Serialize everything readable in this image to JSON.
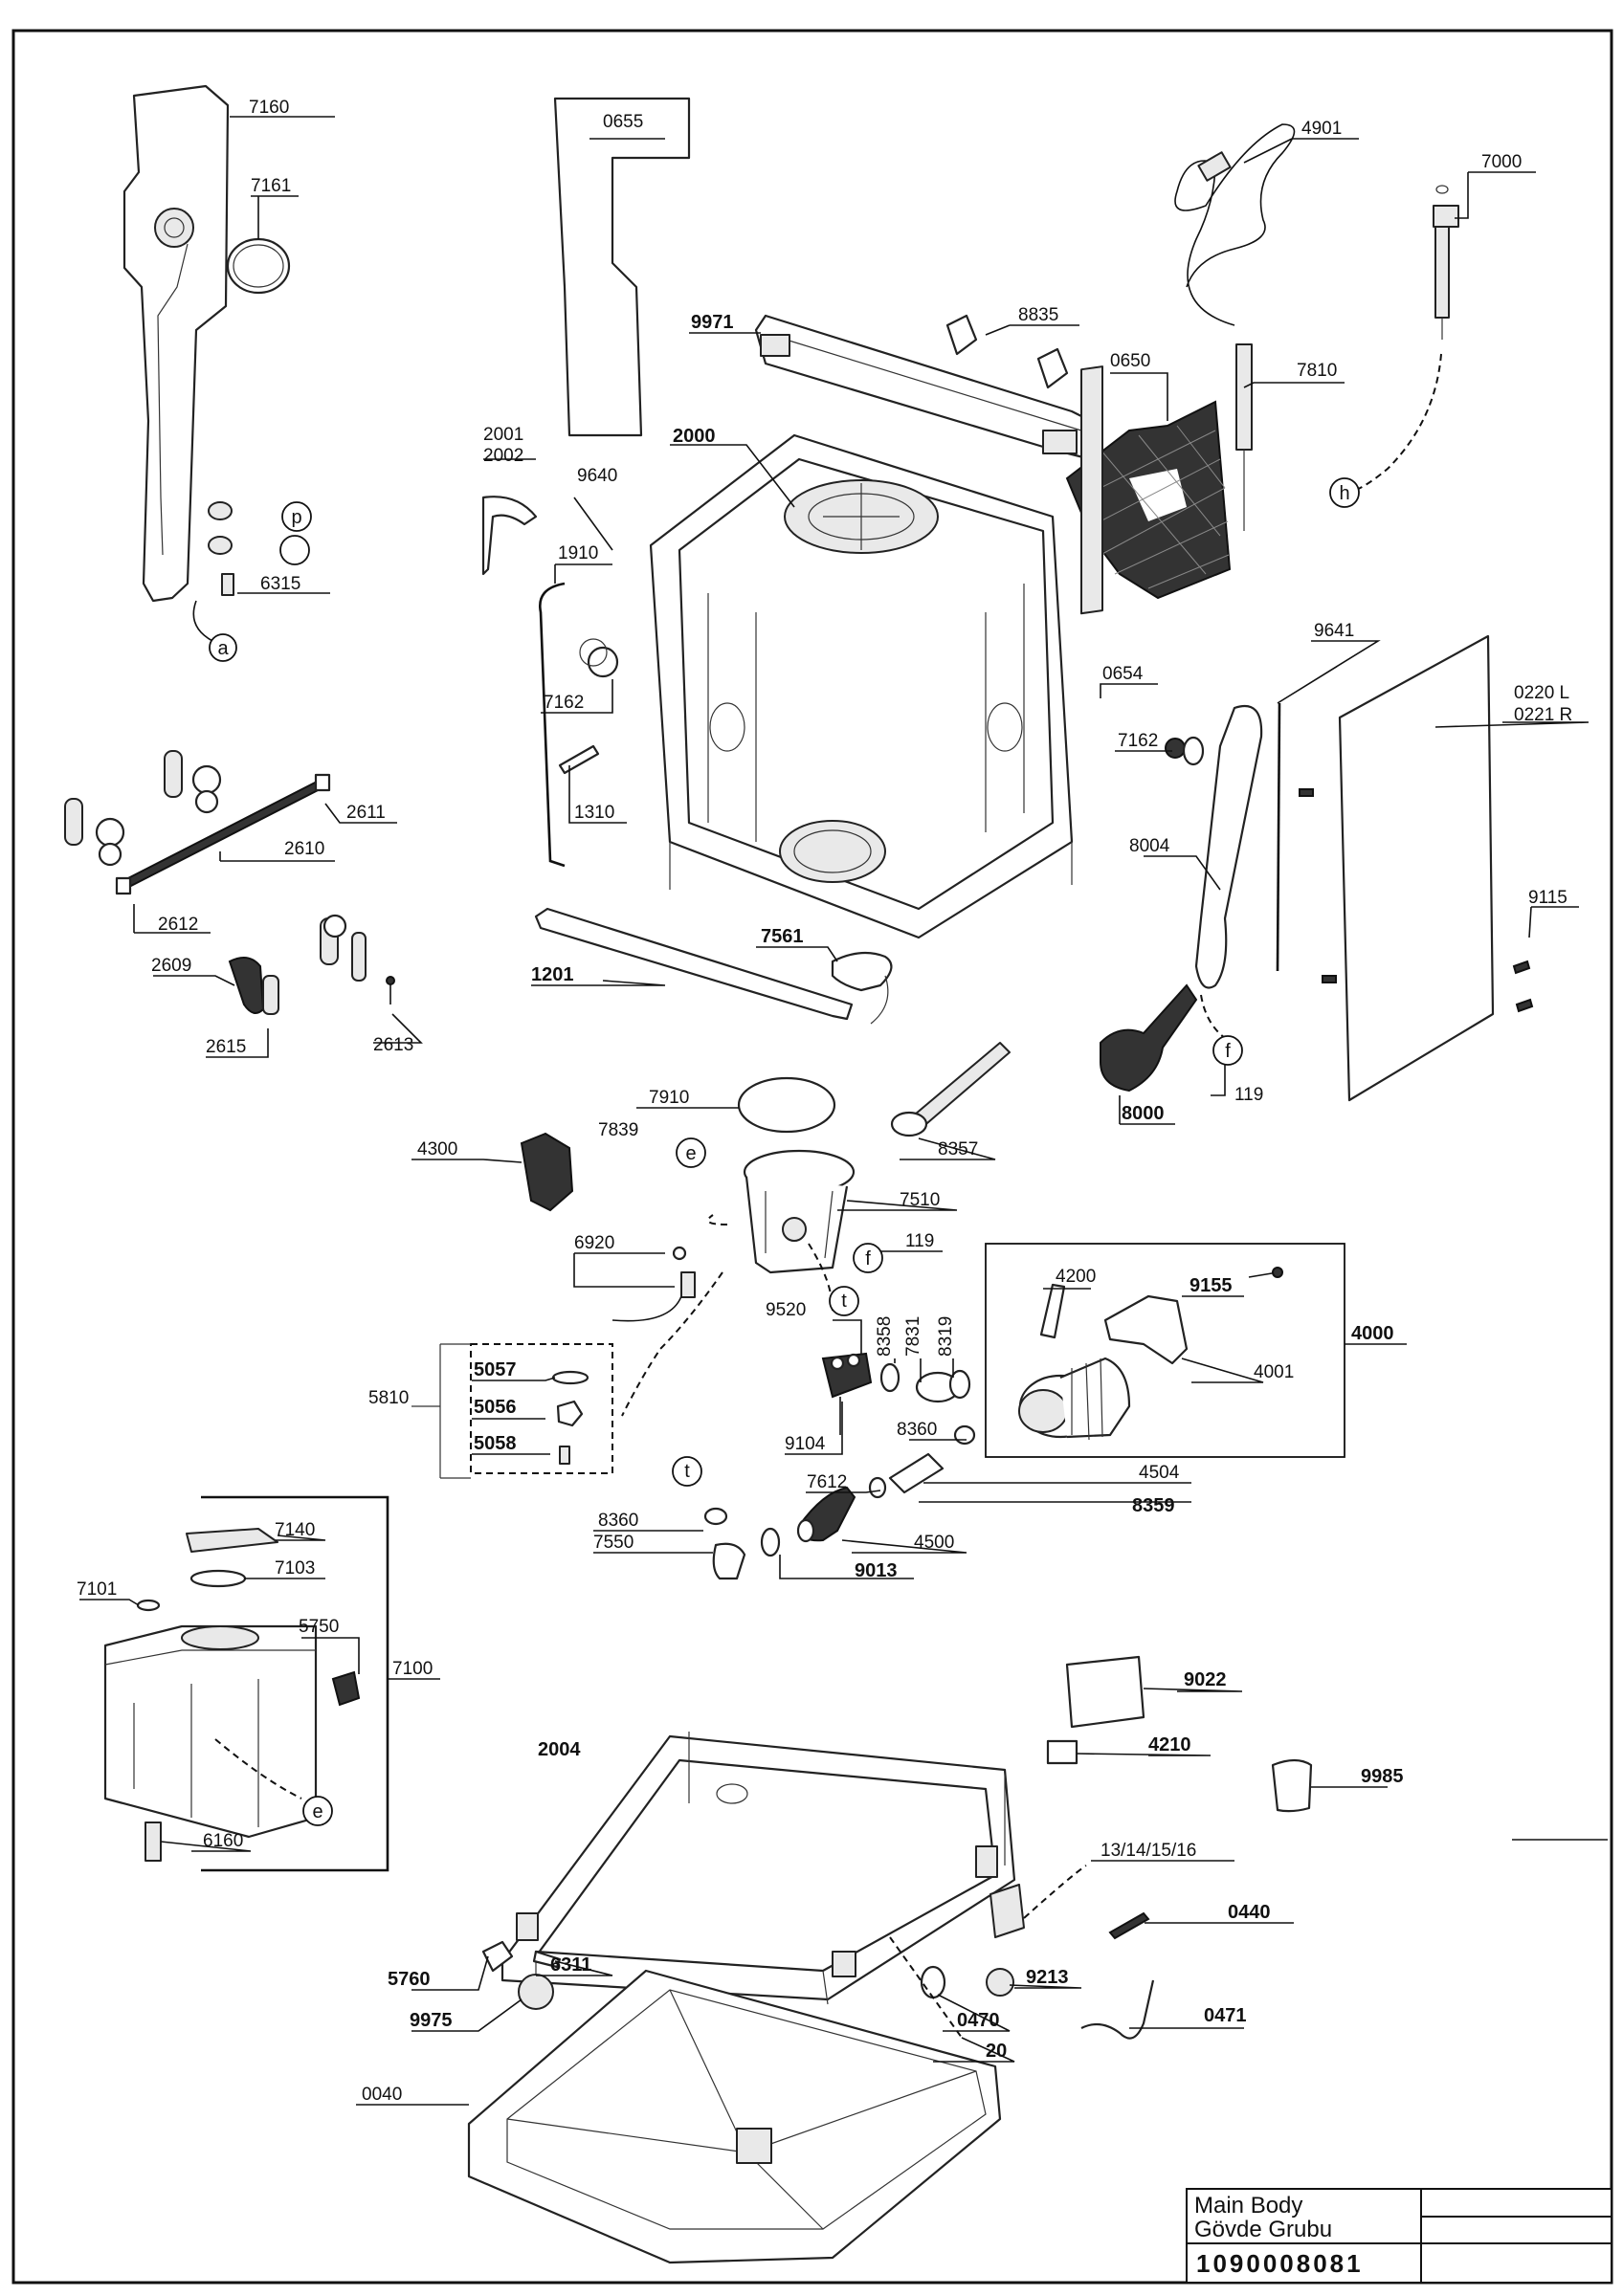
{
  "title_block": {
    "title_en": "Main Body",
    "title_tr": "Gövde Grubu",
    "number": "1090008081"
  },
  "labels": {
    "l7160": "7160",
    "l7161": "7161",
    "l6315": "6315",
    "l0655": "0655",
    "l4901": "4901",
    "l7000": "7000",
    "l9971": "9971",
    "l8835": "8835",
    "l0650": "0650",
    "l7810": "7810",
    "l2001": "2001",
    "l2002": "2002",
    "l2000": "2000",
    "l9640": "9640",
    "l1910": "1910",
    "l7162a": "7162",
    "l1310": "1310",
    "l0654": "0654",
    "l7162b": "7162",
    "l9641": "9641",
    "l0220": "0220 L",
    "l0221": "0221 R",
    "l8004": "8004",
    "l9115": "9115",
    "l2611": "2611",
    "l2610": "2610",
    "l2612": "2612",
    "l2609": "2609",
    "l2615": "2615",
    "l2613": "2613",
    "l1201": "1201",
    "l7561": "7561",
    "l8000": "8000",
    "l119a": "119",
    "l7910": "7910",
    "l7839": "7839",
    "l4300": "4300",
    "l8357": "8357",
    "l7510": "7510",
    "l119b": "119",
    "l6920": "6920",
    "l9520": "9520",
    "l8358": "8358",
    "l7831": "7831",
    "l8319": "8319",
    "l4200": "4200",
    "l9155": "9155",
    "l4000": "4000",
    "l4001": "4001",
    "l5810": "5810",
    "l5057": "5057",
    "l5056": "5056",
    "l5058": "5058",
    "l9104": "9104",
    "l8360a": "8360",
    "l7612": "7612",
    "l4504": "4504",
    "l8359": "8359",
    "l8360b": "8360",
    "l7550": "7550",
    "l9013": "9013",
    "l4500": "4500",
    "l7140": "7140",
    "l7103": "7103",
    "l7101": "7101",
    "l5750": "5750",
    "l7100": "7100",
    "l6160": "6160",
    "l9022": "9022",
    "l4210": "4210",
    "l9985": "9985",
    "l2004": "2004",
    "l13": "13/14/15/16",
    "l0440": "0440",
    "l9213": "9213",
    "l0470": "0470",
    "l0471": "0471",
    "l20": "20",
    "l5760": "5760",
    "l6311": "6311",
    "l9975": "9975",
    "l0040": "0040"
  },
  "callouts": {
    "p": "p",
    "a": "a",
    "h": "h",
    "e1": "e",
    "f1": "f",
    "f2": "f",
    "t1": "t",
    "t2": "t",
    "e2": "e"
  }
}
